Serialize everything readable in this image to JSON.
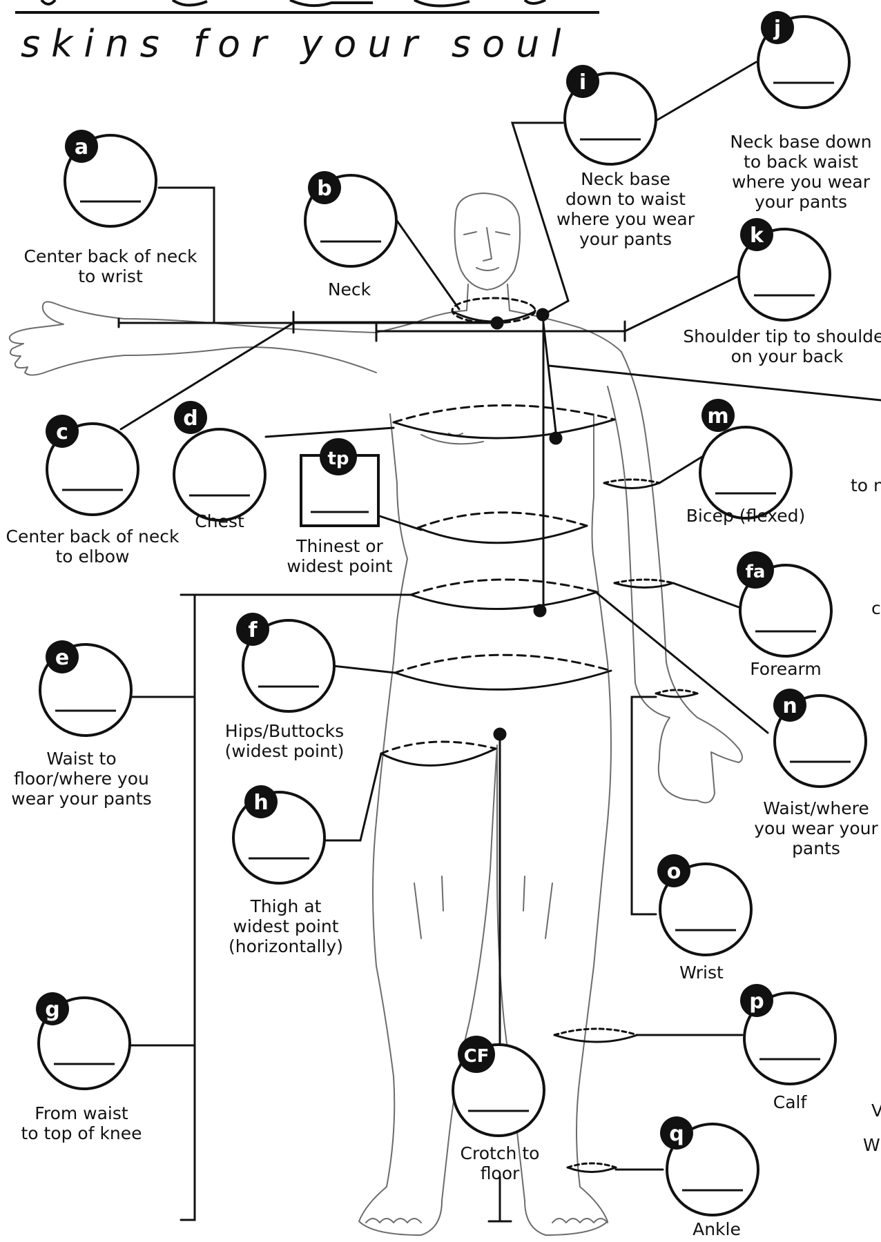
{
  "header": {
    "tagline": "skins for your soul"
  },
  "colors": {
    "ink": "#111111",
    "body_outline": "#6b6b6b",
    "background": "#ffffff"
  },
  "measurements": [
    {
      "key": "a",
      "badge": "a",
      "caption": [
        "Center back of neck",
        "to wrist"
      ]
    },
    {
      "key": "b",
      "badge": "b",
      "caption": [
        "Neck"
      ]
    },
    {
      "key": "c",
      "badge": "c",
      "caption": [
        "Center back of neck",
        "to elbow"
      ]
    },
    {
      "key": "d",
      "badge": "d",
      "caption": [
        "Chest"
      ]
    },
    {
      "key": "tp",
      "badge": "tp",
      "caption": [
        "Thinest or",
        "widest point"
      ]
    },
    {
      "key": "e",
      "badge": "e",
      "caption": [
        "Waist to",
        "floor/where you",
        "wear your pants"
      ]
    },
    {
      "key": "f",
      "badge": "f",
      "caption": [
        "Hips/Buttocks",
        "(widest point)"
      ]
    },
    {
      "key": "h",
      "badge": "h",
      "caption": [
        "Thigh at",
        "widest point",
        "(horizontally)"
      ]
    },
    {
      "key": "g",
      "badge": "g",
      "caption": [
        "From waist",
        "to top of knee"
      ]
    },
    {
      "key": "cf",
      "badge": "CF",
      "caption": [
        "Crotch to",
        "floor"
      ]
    },
    {
      "key": "i",
      "badge": "i",
      "caption": [
        "Neck base",
        "down to waist",
        "where you wear",
        "your pants"
      ]
    },
    {
      "key": "j",
      "badge": "j",
      "caption": [
        "Neck base down",
        "to back waist",
        "where you wear",
        "your pants"
      ]
    },
    {
      "key": "k",
      "badge": "k",
      "caption": [
        "Shoulder tip to shoulder",
        "on your back"
      ]
    },
    {
      "key": "m",
      "badge": "m",
      "caption": [
        "Bicep (flexed)"
      ]
    },
    {
      "key": "fa",
      "badge": "fa",
      "caption": [
        "Forearm"
      ]
    },
    {
      "key": "n",
      "badge": "n",
      "caption": [
        "Waist/where",
        "you wear your",
        "pants"
      ]
    },
    {
      "key": "o",
      "badge": "o",
      "caption": [
        "Wrist"
      ]
    },
    {
      "key": "p",
      "badge": "p",
      "caption": [
        "Calf"
      ]
    },
    {
      "key": "q",
      "badge": "q",
      "caption": [
        "Ankle"
      ]
    }
  ],
  "edge_fragments": [
    "to n",
    "c",
    "V",
    "W"
  ]
}
